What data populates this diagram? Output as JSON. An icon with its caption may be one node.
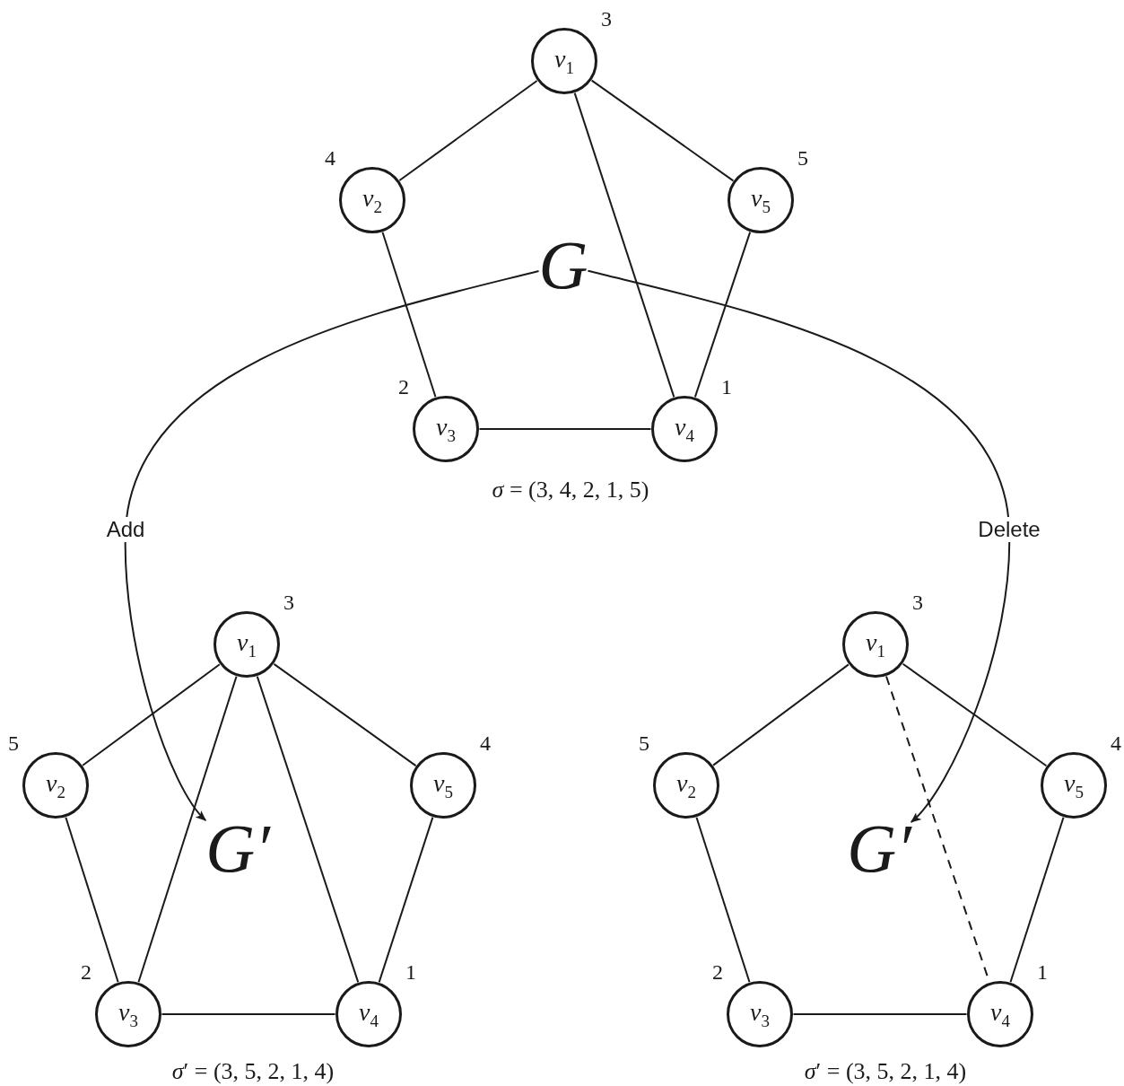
{
  "diagram": {
    "nodes": [
      {
        "text": [
          "*v*$_{1}$"
        ],
        "beside": [
          "3"
        ]
      },
      {
        "text": [
          "*v*$_{2}$"
        ],
        "beside": [
          "4"
        ]
      },
      {
        "text": [
          "*v*$_{5}$"
        ],
        "beside": [
          "5"
        ]
      },
      {
        "text": [
          "G"
        ]
      },
      {
        "text": [
          "*v*$_{3}$"
        ],
        "beside": [
          "2"
        ]
      },
      {
        "text": [
          "*v*$_{4}$"
        ],
        "beside": [
          "1"
        ]
      },
      {
        "text": [
          "*v*$_{1}$"
        ],
        "beside": [
          "3"
        ]
      },
      {
        "text": [
          "*v*$_{2}$"
        ],
        "beside": [
          "5"
        ]
      },
      {
        "text": [
          "*v*$_{5}$"
        ],
        "beside": [
          "4"
        ]
      },
      {
        "text": [
          "G′"
        ]
      },
      {
        "text": [
          "*v*$_{3}$"
        ],
        "beside": [
          "2"
        ]
      },
      {
        "text": [
          "*v*$_{4}$"
        ],
        "beside": [
          "1"
        ]
      },
      {
        "text": [
          "*v*$_{1}$"
        ],
        "beside": [
          "3"
        ]
      },
      {
        "text": [
          "*v*$_{2}$"
        ],
        "beside": [
          "5"
        ]
      },
      {
        "text": [
          "*v*$_{5}$"
        ],
        "beside": [
          "4"
        ]
      },
      {
        "text": [
          "G′"
        ]
      },
      {
        "text": [
          "*v*$_{3}$"
        ],
        "beside": [
          "2"
        ]
      },
      {
        "text": [
          "*v*$_{4}$"
        ],
        "beside": [
          "1"
        ]
      }
    ],
    "edges": [
      {
        "from": 0,
        "to": 1,
        "arrow": "none"
      },
      {
        "from": 0,
        "to": 2,
        "arrow": "none"
      },
      {
        "from": 0,
        "to": 5,
        "arrow": "none"
      },
      {
        "from": 1,
        "to": 4,
        "arrow": "none"
      },
      {
        "from": 2,
        "to": 5,
        "arrow": "none"
      },
      {
        "from": 4,
        "to": 5,
        "arrow": "none"
      },
      {
        "from": 3,
        "to": 9,
        "label": "Add",
        "arrow": "to"
      },
      {
        "from": 3,
        "to": 15,
        "label": "Delete",
        "arrow": "to"
      },
      {
        "from": 6,
        "to": 7,
        "arrow": "none"
      },
      {
        "from": 6,
        "to": 10,
        "arrow": "none"
      },
      {
        "from": 6,
        "to": 11,
        "arrow": "none"
      },
      {
        "from": 6,
        "to": 8,
        "arrow": "none"
      },
      {
        "from": 7,
        "to": 10,
        "arrow": "none"
      },
      {
        "from": 8,
        "to": 11,
        "arrow": "none"
      },
      {
        "from": 10,
        "to": 11,
        "arrow": "none"
      },
      {
        "from": 12,
        "to": 13,
        "arrow": "none"
      },
      {
        "from": 12,
        "to": 14,
        "arrow": "none"
      },
      {
        "from": 12,
        "to": 17,
        "arrow": "none",
        "style": "dashed"
      },
      {
        "from": 13,
        "to": 16,
        "arrow": "none"
      },
      {
        "from": 14,
        "to": 17,
        "arrow": "none"
      },
      {
        "from": 16,
        "to": 17,
        "arrow": "none"
      }
    ],
    "labels": [
      "*σ* = (3, 4, 2, 1, 5)",
      "*σ*′ = (3, 5, 2, 1, 4)",
      "*σ*′ = (3, 5, 2, 1, 4)"
    ]
  }
}
